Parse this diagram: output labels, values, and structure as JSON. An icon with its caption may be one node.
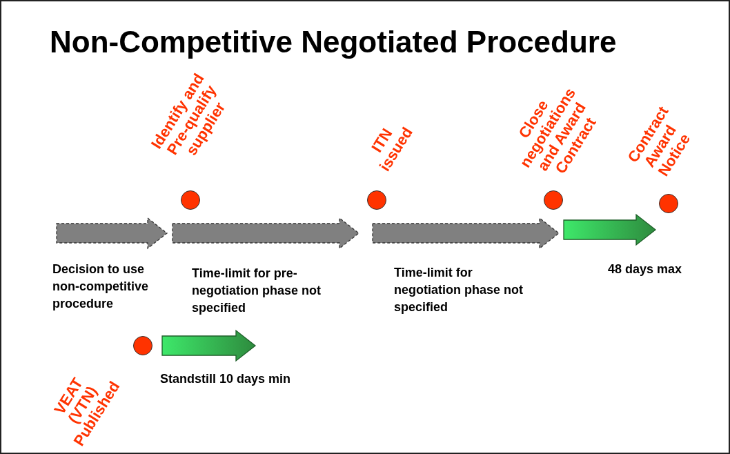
{
  "diagram": {
    "title": "Non-Competitive Negotiated Procedure",
    "nodes": [
      {
        "text": [
          "Identify and Pre-qualify supplier"
        ]
      },
      {
        "text": [
          "ITN issued"
        ]
      },
      {
        "text": [
          "Close negotiations and Award Contract"
        ]
      },
      {
        "text": [
          "Contract Award Notice"
        ]
      },
      {
        "text": [
          "VEAT (VTN) Published"
        ]
      }
    ],
    "edges": [
      {
        "from": null,
        "to": 0,
        "arrow": "to",
        "label": "Decision to use non-competitive procedure",
        "style": "dashed"
      },
      {
        "from": 0,
        "to": 1,
        "arrow": "to",
        "label": "Time-limit for pre-negotiation phase not specified",
        "style": "dashed"
      },
      {
        "from": 1,
        "to": 2,
        "arrow": "to",
        "label": "Time-limit for negotiation phase not specified",
        "style": "dashed"
      },
      {
        "from": 2,
        "to": 3,
        "arrow": "to",
        "label": "48 days max",
        "color": "#2e8b3e"
      },
      {
        "from": 4,
        "to": null,
        "arrow": "to",
        "label": "Standstill 10 days min",
        "color": "#2e8b3e"
      }
    ]
  }
}
